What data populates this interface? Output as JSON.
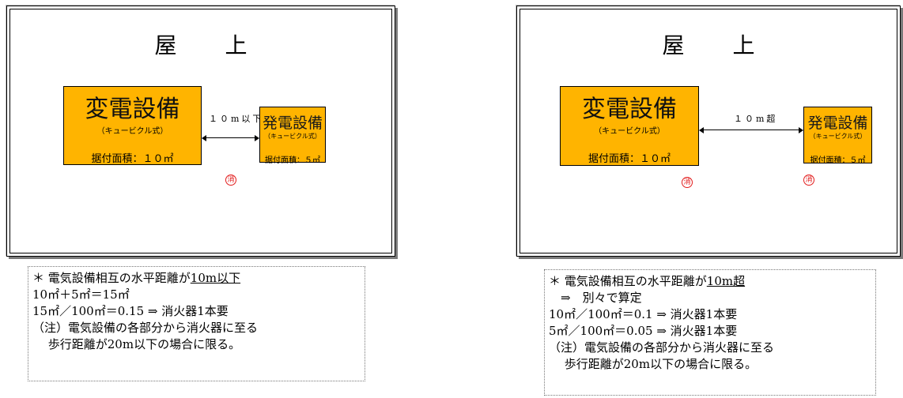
{
  "left": {
    "roof_label": "屋 上",
    "transformer": {
      "name": "変電設備",
      "type": "（キュービクル式）",
      "area": "据付面積：１０㎡"
    },
    "generator": {
      "name": "発電設備",
      "type": "（キュービクル式）",
      "area": "据付面積：５㎡"
    },
    "distance_label": "１０m以下",
    "extinguisher_symbols": [
      "消"
    ],
    "note": {
      "line1_prefix": "＊ 電気設備相互の水平距離が",
      "line1_emph": "10m以下",
      "lines": [
        "10㎡＋5㎡＝15㎡",
        "15㎡／100㎡＝0.15 ⇒ 消火器1本要",
        "（注）電気設備の各部分から消火器に至る",
        "　 歩行距離が20m以下の場合に限る。"
      ]
    }
  },
  "right": {
    "roof_label": "屋 上",
    "transformer": {
      "name": "変電設備",
      "type": "（キュービクル式）",
      "area": "据付面積：１０㎡"
    },
    "generator": {
      "name": "発電設備",
      "type": "（キュービクル式）",
      "area": "据付面積：５㎡"
    },
    "distance_label": "１０m超",
    "extinguisher_symbols": [
      "消",
      "消"
    ],
    "note": {
      "line1_prefix": "＊ 電気設備相互の水平距離が",
      "line1_emph": "10m超",
      "lines": [
        "　⇒　別々で算定",
        "10㎡／100㎡＝0.1 ⇒ 消火器1本要",
        "5㎡／100㎡＝0.05 ⇒ 消火器1本要",
        "（注）電気設備の各部分から消火器に至る",
        "　 歩行距離が20m以下の場合に限る。"
      ]
    }
  }
}
